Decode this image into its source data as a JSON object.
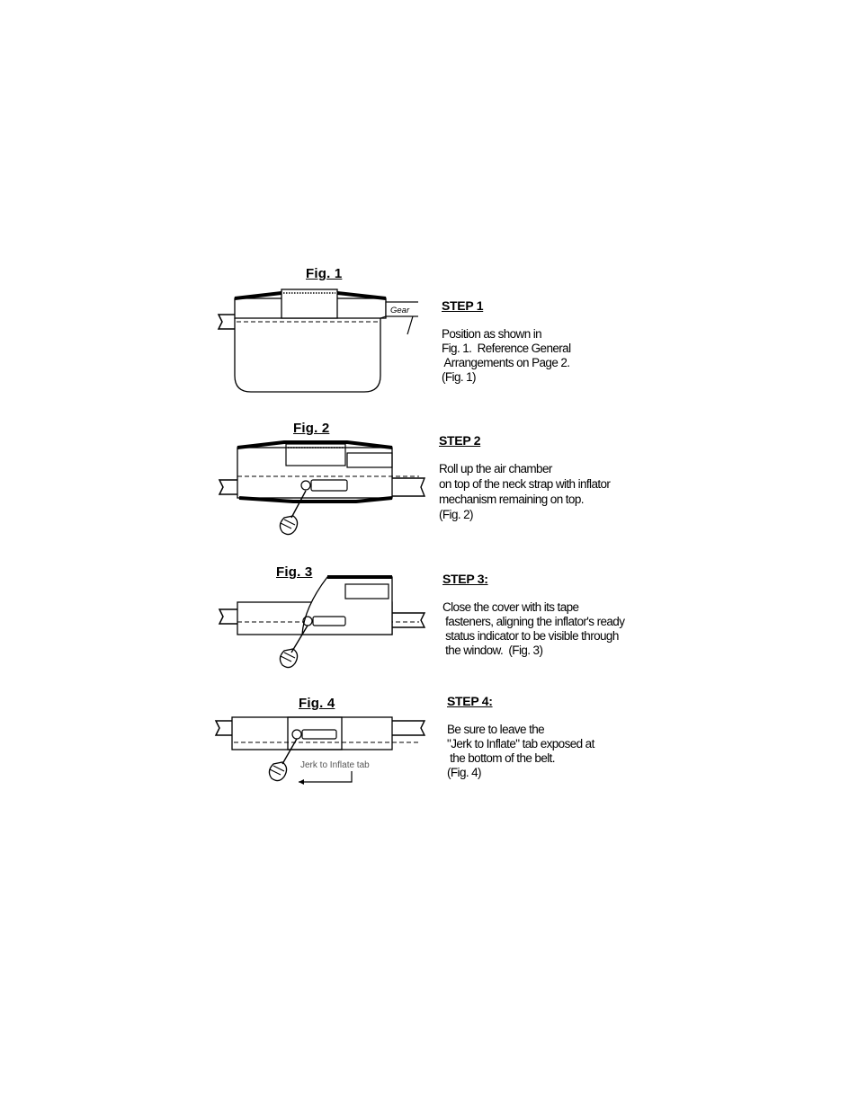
{
  "figures": [
    {
      "label": "Fig. 1",
      "inset_label": "Gear"
    },
    {
      "label": "Fig. 2"
    },
    {
      "label": "Fig. 3"
    },
    {
      "label": "Fig. 4",
      "tab_label": "Jerk to Inflate tab"
    }
  ],
  "steps": [
    {
      "heading": "STEP 1",
      "lines": [
        "Position as shown in",
        "Fig. 1.  Reference General",
        " Arrangements on Page 2.",
        "(Fig. 1)"
      ]
    },
    {
      "heading": "STEP 2",
      "lines": [
        "Roll up the air chamber",
        "on top of the neck strap with inflator",
        "mechanism remaining on top.",
        "(Fig. 2)"
      ]
    },
    {
      "heading": "STEP 3:",
      "lines": [
        "Close the cover with its tape",
        " fasteners, aligning the inflator's ready",
        " status indicator to be visible through",
        " the window.  (Fig. 3)"
      ]
    },
    {
      "heading": "STEP 4:",
      "lines": [
        "Be sure to leave the",
        "\"Jerk to Inflate\" tab exposed at",
        " the bottom of the belt.",
        "(Fig. 4)"
      ]
    }
  ]
}
